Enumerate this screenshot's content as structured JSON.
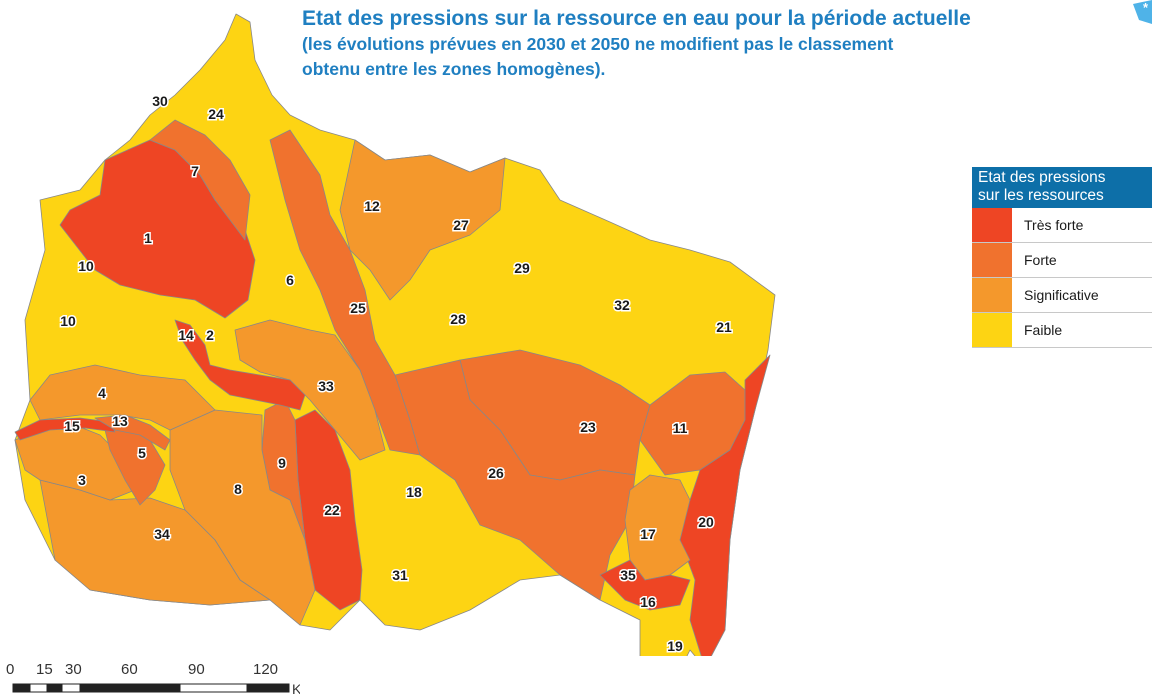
{
  "title": {
    "line1": "Etat des pressions sur la ressource en eau pour la période actuelle",
    "line2": "(les évolutions prévues en 2030 et 2050 ne modifient pas le classement",
    "line3": "obtenu entre les zones homogènes)."
  },
  "corner_mark": "*",
  "colors": {
    "tres_forte": "#ee4524",
    "forte": "#f0722e",
    "significative": "#f4982c",
    "faible": "#fdd413",
    "title": "#1f7fc1",
    "legend_header": "#0d6fa8"
  },
  "legend": {
    "header_line1": "Etat des pressions",
    "header_line2": "sur les ressources",
    "items": [
      {
        "key": "tres_forte",
        "label": "Très forte"
      },
      {
        "key": "forte",
        "label": "Forte"
      },
      {
        "key": "significative",
        "label": "Significative"
      },
      {
        "key": "faible",
        "label": "Faible"
      }
    ]
  },
  "zones": [
    {
      "id": "1",
      "label": "1",
      "class": "tres_forte"
    },
    {
      "id": "2",
      "label": "2",
      "class": "faible"
    },
    {
      "id": "3",
      "label": "3",
      "class": "significative"
    },
    {
      "id": "4",
      "label": "4",
      "class": "significative"
    },
    {
      "id": "5",
      "label": "5",
      "class": "forte"
    },
    {
      "id": "6",
      "label": "6",
      "class": "faible"
    },
    {
      "id": "7",
      "label": "7",
      "class": "forte"
    },
    {
      "id": "8",
      "label": "8",
      "class": "significative"
    },
    {
      "id": "9",
      "label": "9",
      "class": "forte"
    },
    {
      "id": "10a",
      "label": "10",
      "class": "faible"
    },
    {
      "id": "10b",
      "label": "10",
      "class": "faible"
    },
    {
      "id": "11",
      "label": "11",
      "class": "forte"
    },
    {
      "id": "12",
      "label": "12",
      "class": "faible"
    },
    {
      "id": "13",
      "label": "13",
      "class": "forte"
    },
    {
      "id": "14",
      "label": "14",
      "class": "tres_forte"
    },
    {
      "id": "15",
      "label": "15",
      "class": "tres_forte"
    },
    {
      "id": "16",
      "label": "16",
      "class": "tres_forte"
    },
    {
      "id": "17",
      "label": "17",
      "class": "significative"
    },
    {
      "id": "18",
      "label": "18",
      "class": "faible"
    },
    {
      "id": "19",
      "label": "19",
      "class": "faible"
    },
    {
      "id": "20",
      "label": "20",
      "class": "tres_forte"
    },
    {
      "id": "21",
      "label": "21",
      "class": "faible"
    },
    {
      "id": "22",
      "label": "22",
      "class": "tres_forte"
    },
    {
      "id": "23",
      "label": "23",
      "class": "forte"
    },
    {
      "id": "24",
      "label": "24",
      "class": "faible"
    },
    {
      "id": "25",
      "label": "25",
      "class": "forte"
    },
    {
      "id": "26",
      "label": "26",
      "class": "forte"
    },
    {
      "id": "27",
      "label": "27",
      "class": "significative"
    },
    {
      "id": "28",
      "label": "28",
      "class": "faible"
    },
    {
      "id": "29",
      "label": "29",
      "class": "faible"
    },
    {
      "id": "30",
      "label": "30",
      "class": "faible"
    },
    {
      "id": "31",
      "label": "31",
      "class": "faible"
    },
    {
      "id": "32",
      "label": "32",
      "class": "faible"
    },
    {
      "id": "33",
      "label": "33",
      "class": "significative"
    },
    {
      "id": "34",
      "label": "34",
      "class": "significative"
    },
    {
      "id": "35",
      "label": "35",
      "class": "tres_forte"
    }
  ],
  "scale": {
    "ticks": [
      "0",
      "15",
      "30",
      "60",
      "90",
      "120"
    ],
    "unit": "Kilomètres"
  }
}
